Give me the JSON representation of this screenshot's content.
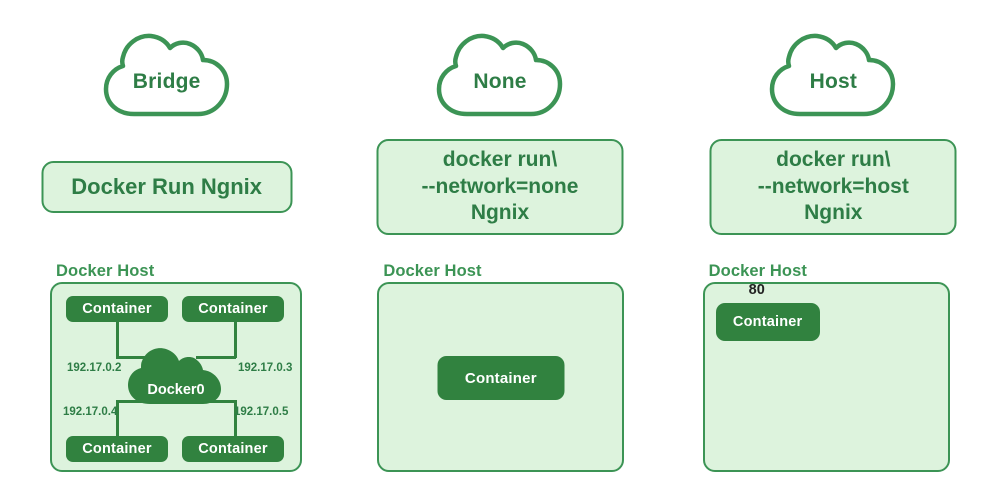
{
  "theme": {
    "background": "#ffffff",
    "accent_green": "#3c9455",
    "dark_green": "#31823f",
    "text_green": "#2e7d46",
    "pale_green_fill": "#ddf3dd",
    "white": "#ffffff",
    "port_text": "#222222"
  },
  "columns": [
    {
      "id": "bridge",
      "cloud_label": "Bridge",
      "command": {
        "lines": [
          "Docker Run Ngnix"
        ]
      },
      "host": {
        "title": "Docker Host",
        "bridge_node": "Docker0",
        "containers": [
          {
            "label": "Container",
            "position": "top-left"
          },
          {
            "label": "Container",
            "position": "top-right"
          },
          {
            "label": "Container",
            "position": "bottom-left"
          },
          {
            "label": "Container",
            "position": "bottom-right"
          }
        ],
        "ip_addresses": [
          {
            "value": "192.17.0.2",
            "position": "top-left"
          },
          {
            "value": "192.17.0.3",
            "position": "top-right"
          },
          {
            "value": "192.17.0.4",
            "position": "bottom-left"
          },
          {
            "value": "192.17.0.5",
            "position": "bottom-right"
          }
        ]
      }
    },
    {
      "id": "none",
      "cloud_label": "None",
      "command": {
        "lines": [
          "docker run\\",
          "--network=none",
          "Ngnix"
        ]
      },
      "host": {
        "title": "Docker Host",
        "containers": [
          {
            "label": "Container",
            "position": "center"
          }
        ]
      }
    },
    {
      "id": "host",
      "cloud_label": "Host",
      "command": {
        "lines": [
          "docker run\\",
          "--network=host",
          "Ngnix"
        ]
      },
      "host": {
        "title": "Docker Host",
        "port": "80",
        "containers": [
          {
            "label": "Container",
            "position": "top-left"
          }
        ]
      }
    }
  ]
}
